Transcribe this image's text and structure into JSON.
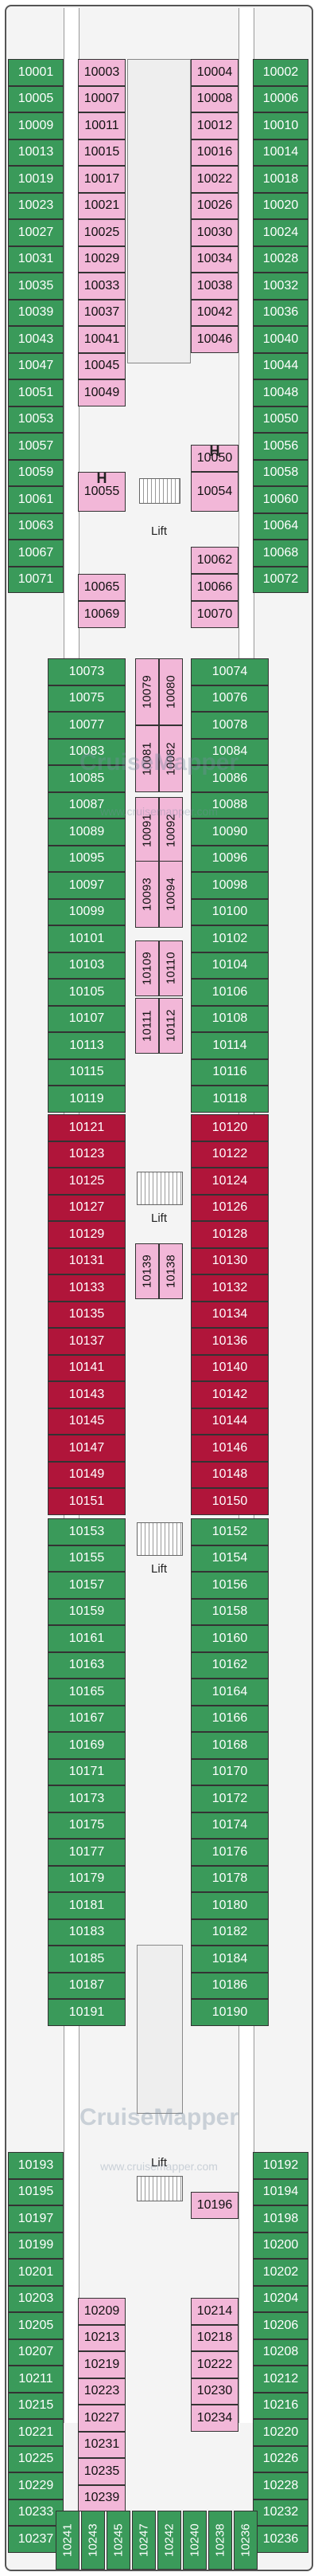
{
  "colors": {
    "green": "#3a9a5a",
    "pink": "#f2b7d8",
    "red": "#b0153a"
  },
  "lift_label": "Lift",
  "h_label": "H",
  "watermark": "CruiseMapper",
  "watermark_url": "www.cruisemapper.com",
  "outer_left": [
    "10001",
    "10005",
    "10009",
    "10013",
    "10019",
    "10023",
    "10027",
    "10031",
    "10035",
    "10039",
    "10043",
    "10047",
    "10051",
    "10053",
    "10057",
    "10059",
    "10061",
    "10063",
    "10067",
    "10071"
  ],
  "outer_right": [
    "10002",
    "10006",
    "10010",
    "10014",
    "10018",
    "10020",
    "10024",
    "10028",
    "10032",
    "10036",
    "10040",
    "10044",
    "10048",
    "10050",
    "10056",
    "10058",
    "10060",
    "10064",
    "10068",
    "10072"
  ],
  "inner_left_top": [
    "10003",
    "10007",
    "10011",
    "10015",
    "10017",
    "10021",
    "10025",
    "10029",
    "10033",
    "10037",
    "10041",
    "10045",
    "10049"
  ],
  "inner_right_top": [
    "10004",
    "10008",
    "10012",
    "10016",
    "10022",
    "10026",
    "10030",
    "10034",
    "10038",
    "10042",
    "10046"
  ],
  "inner_left_mid": [
    "10055",
    "10065",
    "10069"
  ],
  "inner_right_mid": [
    "10050",
    "10054",
    "10062",
    "10066",
    "10070"
  ],
  "mid_left": [
    "10073",
    "10075",
    "10077",
    "10083",
    "10085",
    "10087",
    "10089",
    "10095",
    "10097",
    "10099",
    "10101",
    "10103",
    "10105",
    "10107",
    "10113",
    "10115",
    "10119"
  ],
  "mid_right": [
    "10074",
    "10076",
    "10078",
    "10084",
    "10086",
    "10088",
    "10090",
    "10096",
    "10098",
    "10100",
    "10102",
    "10104",
    "10106",
    "10108",
    "10114",
    "10116",
    "10118"
  ],
  "red_left": [
    "10121",
    "10123",
    "10125",
    "10127",
    "10129",
    "10131",
    "10133",
    "10135",
    "10137",
    "10141",
    "10143",
    "10145",
    "10147",
    "10149",
    "10151"
  ],
  "red_right": [
    "10120",
    "10122",
    "10124",
    "10126",
    "10128",
    "10130",
    "10132",
    "10134",
    "10136",
    "10140",
    "10142",
    "10144",
    "10146",
    "10148",
    "10150"
  ],
  "low_left": [
    "10153",
    "10155",
    "10157",
    "10159",
    "10161",
    "10163",
    "10165",
    "10167",
    "10169",
    "10171",
    "10173",
    "10175",
    "10177",
    "10179",
    "10181",
    "10183",
    "10185",
    "10187",
    "10191"
  ],
  "low_right": [
    "10152",
    "10154",
    "10156",
    "10158",
    "10160",
    "10162",
    "10164",
    "10166",
    "10168",
    "10170",
    "10172",
    "10174",
    "10176",
    "10178",
    "10180",
    "10182",
    "10184",
    "10186",
    "10190"
  ],
  "center_v": [
    "10079",
    "10080",
    "10081",
    "10082",
    "10091",
    "10092",
    "10093",
    "10094",
    "10109",
    "10110",
    "10111",
    "10112",
    "10139",
    "10138"
  ],
  "aft_outer_left": [
    "10193",
    "10195",
    "10197",
    "10199",
    "10201",
    "10203",
    "10205",
    "10207",
    "10211",
    "10215",
    "10221",
    "10225",
    "10229",
    "10233",
    "10237"
  ],
  "aft_outer_right": [
    "10192",
    "10194",
    "10198",
    "10200",
    "10202",
    "10204",
    "10206",
    "10208",
    "10212",
    "10216",
    "10220",
    "10226",
    "10228",
    "10232",
    "10236"
  ],
  "aft_inner_left": [
    "10209",
    "10213",
    "10219",
    "10223",
    "10227",
    "10231",
    "10235",
    "10239"
  ],
  "aft_inner_right": [
    "10196",
    "10214",
    "10218",
    "10222",
    "10230",
    "10234"
  ],
  "stern": [
    "10241",
    "10243",
    "10245",
    "10247",
    "10242",
    "10240",
    "10238",
    "10236"
  ]
}
